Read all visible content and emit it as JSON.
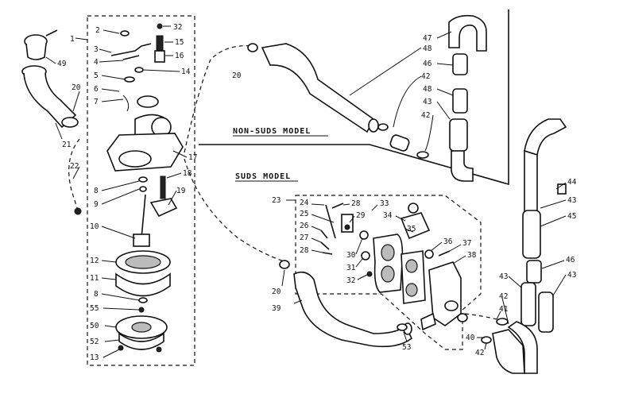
{
  "diagram": {
    "models": {
      "non_suds": "NON-SUDS MODEL",
      "suds": "SUDS MODEL"
    },
    "part_labels": [
      {
        "id": "l1",
        "text": "1"
      },
      {
        "id": "l2",
        "text": "2"
      },
      {
        "id": "l32",
        "text": "32"
      },
      {
        "id": "l15",
        "text": "15"
      },
      {
        "id": "l3",
        "text": "3"
      },
      {
        "id": "l16",
        "text": "16"
      },
      {
        "id": "l4",
        "text": "4"
      },
      {
        "id": "l5",
        "text": "5"
      },
      {
        "id": "l14",
        "text": "14"
      },
      {
        "id": "l7",
        "text": "7"
      },
      {
        "id": "l6",
        "text": "6"
      },
      {
        "id": "l17",
        "text": "17"
      },
      {
        "id": "l18",
        "text": "18"
      },
      {
        "id": "l8a",
        "text": "8"
      },
      {
        "id": "l9",
        "text": "9"
      },
      {
        "id": "l19",
        "text": "19"
      },
      {
        "id": "l10",
        "text": "10"
      },
      {
        "id": "l12",
        "text": "12"
      },
      {
        "id": "l11",
        "text": "11"
      },
      {
        "id": "l8b",
        "text": "8"
      },
      {
        "id": "l55",
        "text": "55"
      },
      {
        "id": "l50",
        "text": "50"
      },
      {
        "id": "l52",
        "text": "52"
      },
      {
        "id": "l13",
        "text": "13"
      },
      {
        "id": "l49",
        "text": "49"
      },
      {
        "id": "l20a",
        "text": "20"
      },
      {
        "id": "l21",
        "text": "21"
      },
      {
        "id": "l22",
        "text": "22"
      },
      {
        "id": "l20b",
        "text": "20"
      },
      {
        "id": "l47",
        "text": "47"
      },
      {
        "id": "l48a",
        "text": "48"
      },
      {
        "id": "l46a",
        "text": "46"
      },
      {
        "id": "l42a",
        "text": "42"
      },
      {
        "id": "l48b",
        "text": "48"
      },
      {
        "id": "l43a",
        "text": "43"
      },
      {
        "id": "l42b",
        "text": "42"
      },
      {
        "id": "l44",
        "text": "44"
      },
      {
        "id": "l43b",
        "text": "43"
      },
      {
        "id": "l45",
        "text": "45"
      },
      {
        "id": "l46b",
        "text": "46"
      },
      {
        "id": "l43c",
        "text": "43"
      },
      {
        "id": "l43d",
        "text": "43"
      },
      {
        "id": "l42c",
        "text": "42"
      },
      {
        "id": "l41",
        "text": "41"
      },
      {
        "id": "l40",
        "text": "40"
      },
      {
        "id": "l42d",
        "text": "42"
      },
      {
        "id": "l23",
        "text": "23"
      },
      {
        "id": "l24",
        "text": "24"
      },
      {
        "id": "l28a",
        "text": "28"
      },
      {
        "id": "l33",
        "text": "33"
      },
      {
        "id": "l25",
        "text": "25"
      },
      {
        "id": "l29",
        "text": "29"
      },
      {
        "id": "l34",
        "text": "34"
      },
      {
        "id": "l26",
        "text": "26"
      },
      {
        "id": "l35",
        "text": "35"
      },
      {
        "id": "l27",
        "text": "27"
      },
      {
        "id": "l36",
        "text": "36"
      },
      {
        "id": "l28b",
        "text": "28"
      },
      {
        "id": "l30",
        "text": "30"
      },
      {
        "id": "l37",
        "text": "37"
      },
      {
        "id": "l31",
        "text": "31"
      },
      {
        "id": "l38",
        "text": "38"
      },
      {
        "id": "l32b",
        "text": "32"
      },
      {
        "id": "l20c",
        "text": "20"
      },
      {
        "id": "l39",
        "text": "39"
      },
      {
        "id": "l53",
        "text": "53"
      }
    ]
  }
}
